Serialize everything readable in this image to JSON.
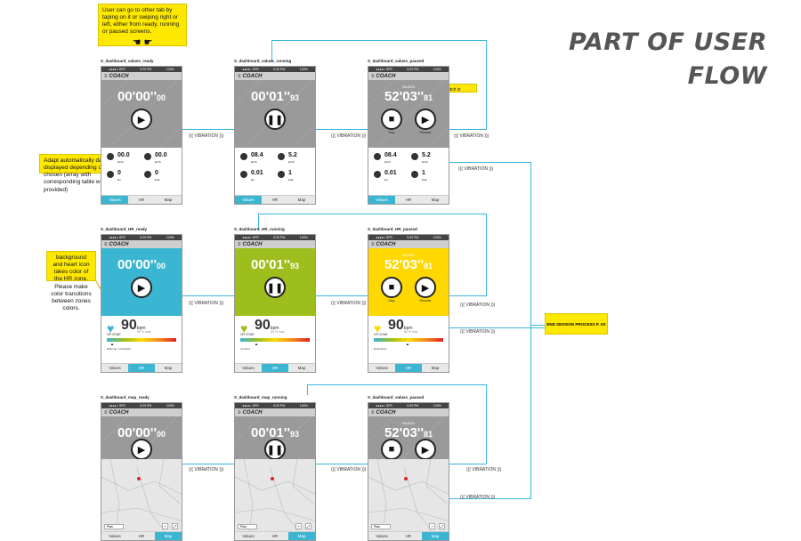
{
  "title_lines": [
    "PART OF USER",
    "FLOW"
  ],
  "notes": {
    "tabs": "User can go to other tab by taping on it or swiping right or left, either from ready, running or paused screens.",
    "adapt": "Adapt automatically data displayed depending on sport chosen (array with corresponding table will be provided)",
    "color": "background and heart icon takes color of the HR zone. Please make color transitions between zones colors.",
    "frozen": "Stopwatch is frozen",
    "end": "END SESSION PROCESS P. XX"
  },
  "vibration": "((( VIBRATION )))",
  "status": {
    "left": "●●●●○ SFR",
    "time": "9:20 PM",
    "right": "100%"
  },
  "app_name": "COACH",
  "timers": {
    "ready": {
      "main": "00'00''",
      "sub": "00"
    },
    "running": {
      "main": "00'01''",
      "sub": "93"
    },
    "paused": {
      "main": "52'03''",
      "sub": "81"
    }
  },
  "paused_label": "PAUSED",
  "buttons": {
    "play": "▶",
    "pause": "❚❚",
    "stop": "■",
    "stop_label": "Stop",
    "resume_label": "Resume"
  },
  "tabs": [
    "Values",
    "HR",
    "Map"
  ],
  "screens": {
    "values_ready": "S_dashboard_values_ready",
    "values_running": "S_dashboard_values_running",
    "values_paused": "S_dashboard_values_paused",
    "hr_ready": "S_dashboard_HR_ready",
    "hr_running": "S_dashboard_HR_running",
    "hr_paused": "S_dashboard_HR_paused",
    "map_ready": "S_dashboard_map_ready",
    "map_running": "S_dashboard_map_running",
    "map_paused": "S_dashboard_values_paused"
  },
  "values": {
    "ready": {
      "a": "00.0",
      "b": "00.0",
      "c": "0",
      "d": "0"
    },
    "running": {
      "a": "08.4",
      "b": "5.2",
      "c": "0.01",
      "d": "1"
    },
    "paused": {
      "a": "08.4",
      "b": "5.2",
      "c": "0.01",
      "d": "1"
    },
    "units": {
      "a": "km/h",
      "b": "km/h",
      "c": "km",
      "d": "kcal"
    }
  },
  "hr": {
    "value": "90",
    "unit": "bpm",
    "sub": "60 % max",
    "zone_label": "HR ZONE",
    "zone_sub": {
      "ready": "Warmup / Cooldown",
      "running": "Comfort",
      "paused": "Endurance"
    }
  },
  "map": {
    "select": "Plan"
  },
  "colors": {
    "flow": "#3cb6e0",
    "note": "#ffe800",
    "hr_blue": "#3bb6d2",
    "hr_green": "#9dbe1c",
    "hr_yellow": "#ffd800"
  }
}
